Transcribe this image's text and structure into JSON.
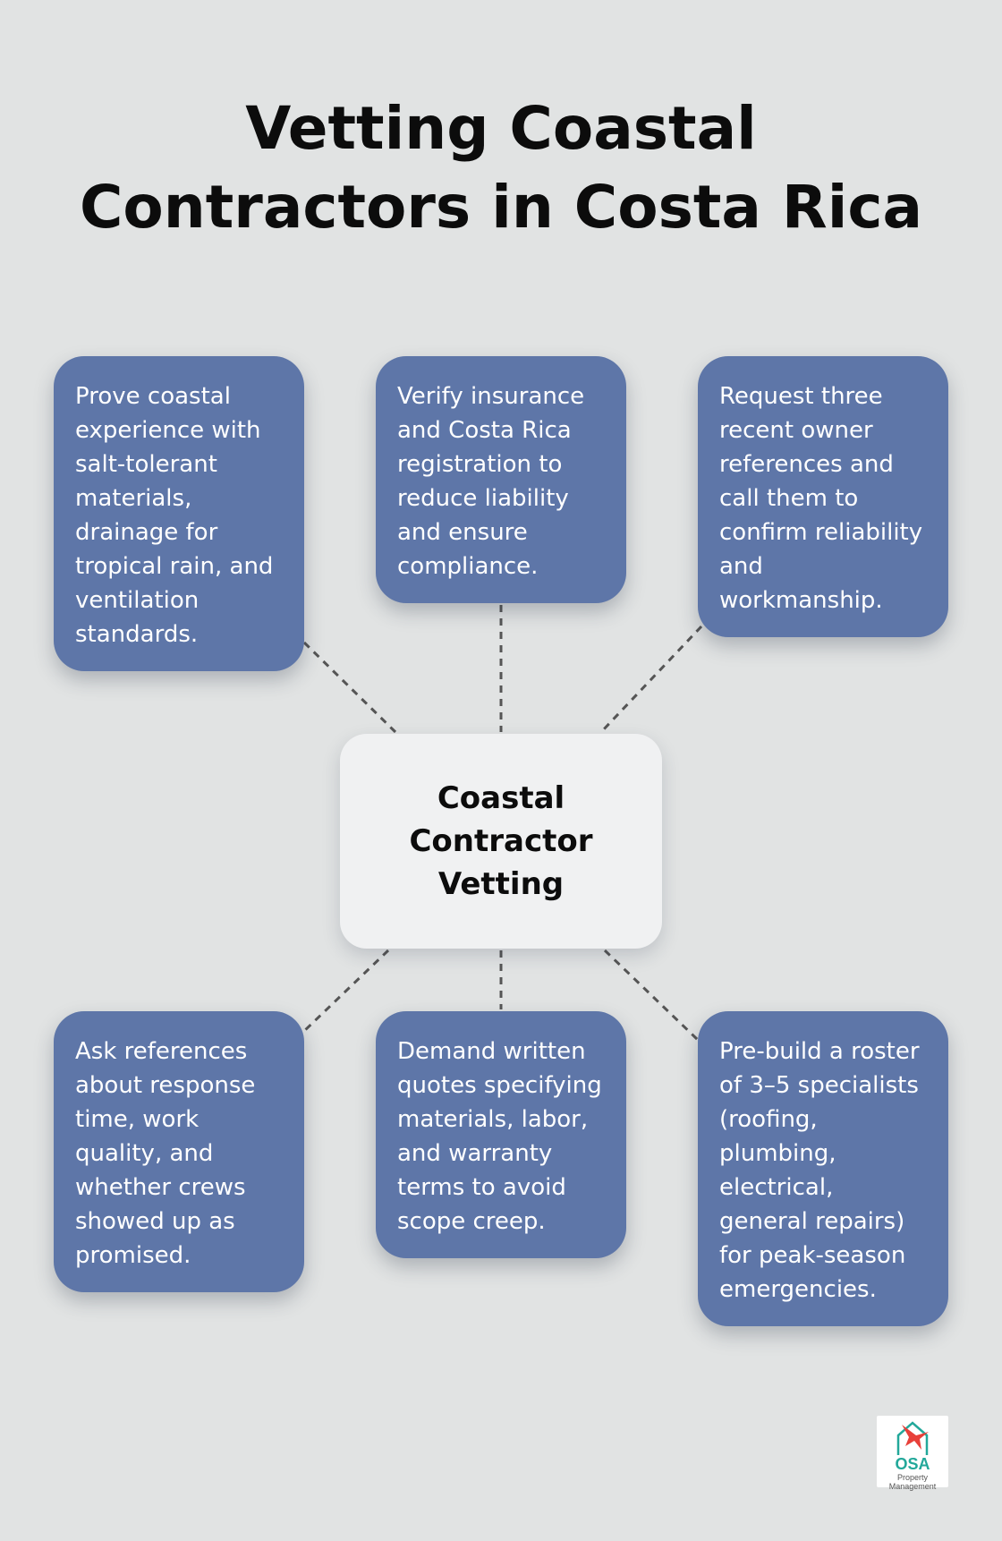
{
  "title": "Vetting Coastal Contractors in Costa Rica",
  "center": {
    "label": "Coastal Contractor Vetting"
  },
  "cards": [
    {
      "text": "Prove coastal experience with salt-tolerant materials, drainage for tropical rain, and ventilation standards."
    },
    {
      "text": "Verify insurance and Costa Rica registration to reduce liability and ensure compliance."
    },
    {
      "text": "Request three recent owner references and call them to confirm reliability and workmanship."
    },
    {
      "text": "Ask references about response time, work quality, and whether crews showed up as promised."
    },
    {
      "text": "Demand written quotes specifying materials, labor, and warranty terms to avoid scope creep."
    },
    {
      "text": "Pre-build a roster of 3–5 specialists (roofing, plumbing, electrical, general repairs) for peak-season emergencies."
    }
  ],
  "logo": {
    "name": "OSA",
    "sub": "Property Management",
    "icon": "bird-house-icon",
    "colors": {
      "bird": "#e8403a",
      "text": "#22a89a"
    }
  },
  "colors": {
    "background": "#e1e3e3",
    "card": "#5e76a8",
    "center": "#f0f1f2",
    "connector": "#555555"
  }
}
